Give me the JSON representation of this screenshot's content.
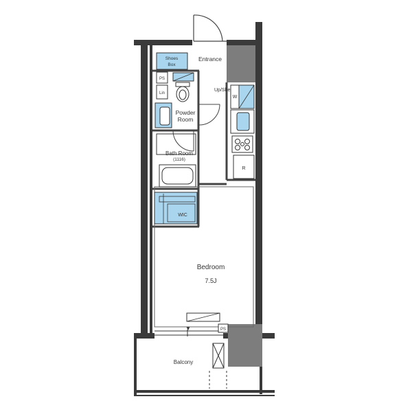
{
  "colors": {
    "wall": "#3a3a3a",
    "wall_dark": "#8a8a8a",
    "fixture_blue": "#a9d6ee",
    "fixture_outline": "#333333",
    "floor": "#ffffff",
    "line": "#555555"
  },
  "rooms": {
    "shoes_box": {
      "line1": "Shoes",
      "line2": "Box"
    },
    "entrance": "Entrance",
    "ps_top": "PS",
    "lin": "Lin",
    "powder_room": {
      "line1": "Powder",
      "line2": "Room"
    },
    "up_shelf": "Up/She",
    "washer": "W",
    "bath_room": {
      "line1": "Bath Room",
      "line2": "(1116)"
    },
    "refrigerator": "R",
    "wic": "WIC",
    "bedroom": {
      "name": "Bedroom",
      "size": "7.5J"
    },
    "ps_bottom": "PS",
    "balcony": "Balcony"
  }
}
